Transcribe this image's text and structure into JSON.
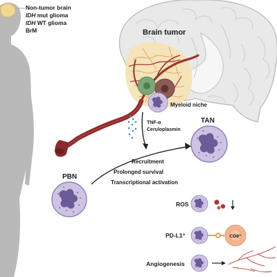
{
  "legend": {
    "items": [
      {
        "italic": "",
        "rest": "Non-tumor brain"
      },
      {
        "italic": "IDH",
        "rest": " mut glioma"
      },
      {
        "italic": "IDH",
        "rest": " WT glioma"
      },
      {
        "italic": "",
        "rest": "BrM"
      }
    ]
  },
  "labels": {
    "brain_tumor": "Brain tumor",
    "myeloid_niche": "Myeloid niche",
    "tnf": "TNF-α",
    "ceruloplasmin": "Ceruloplasmin",
    "tan": "TAN",
    "pbn": "PBN",
    "recruitment": "Recruitment",
    "prolonged_survival": "Prolonged survival",
    "transcriptional_activation": "Transcriptional activation",
    "ros": "ROS",
    "pdl1": "PD-L1⁺",
    "cd8": "CD8⁺",
    "angiogenesis": "Angiogenesis"
  },
  "colors": {
    "silhouette": "#b9b9b9",
    "brain_fill": "#e9e9e9",
    "brain_outline": "#bdbdbd",
    "vessel": "#8b2a2a",
    "vessel_light": "#b4453f",
    "neutrophil": "#cfc3e3",
    "neutrophil_edge": "#8e7fb5",
    "nucleus": "#6d5a99",
    "tumor_green": "#79a879",
    "tumor_brown": "#8e5a55",
    "tumor_bg": "#f6e4b6",
    "cd8": "#f3b48e",
    "ros": "#b83232",
    "pdl1_connector": "#e0a53a",
    "tnf_dots": "#3f8fb5"
  }
}
